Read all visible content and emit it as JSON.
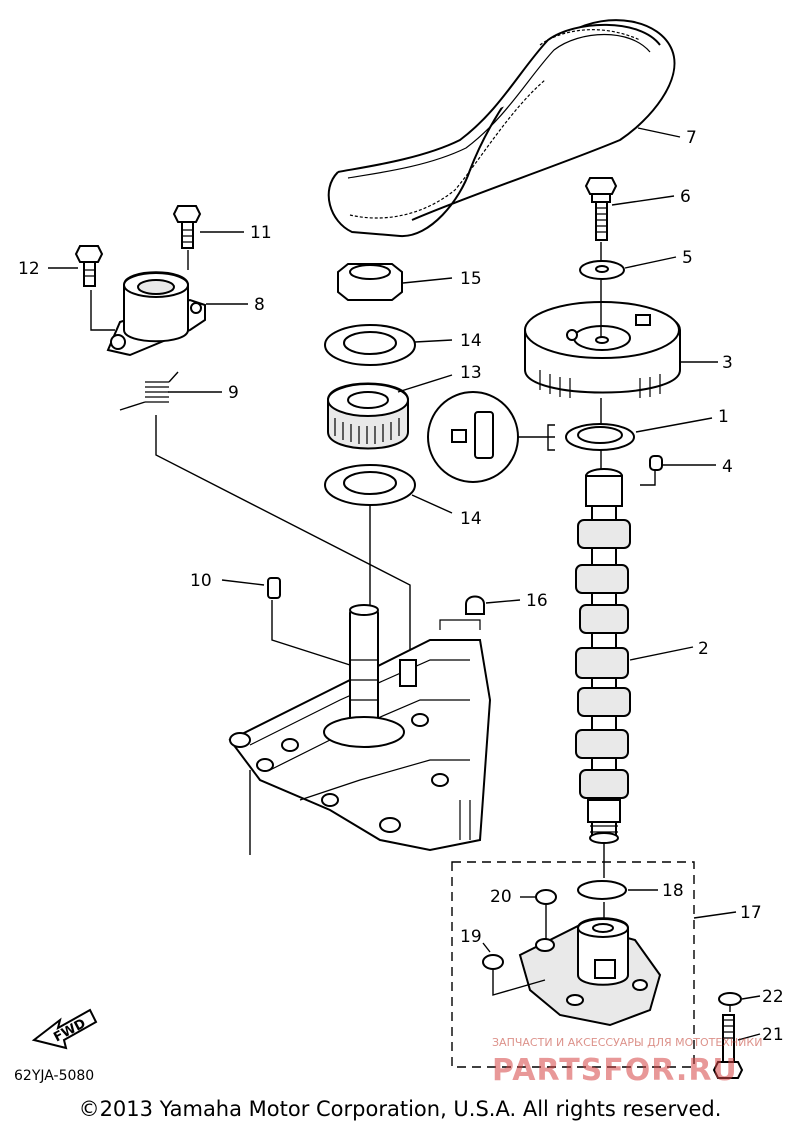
{
  "labels": [
    {
      "num": "1",
      "name": "callout-1"
    },
    {
      "num": "2",
      "name": "callout-2"
    },
    {
      "num": "3",
      "name": "callout-3"
    },
    {
      "num": "4",
      "name": "callout-4"
    },
    {
      "num": "5",
      "name": "callout-5"
    },
    {
      "num": "6",
      "name": "callout-6"
    },
    {
      "num": "7",
      "name": "callout-7"
    },
    {
      "num": "8",
      "name": "callout-8"
    },
    {
      "num": "9",
      "name": "callout-9"
    },
    {
      "num": "10",
      "name": "callout-10"
    },
    {
      "num": "11",
      "name": "callout-11"
    },
    {
      "num": "12",
      "name": "callout-12"
    },
    {
      "num": "13",
      "name": "callout-13"
    },
    {
      "num": "14",
      "name": "callout-14-upper"
    },
    {
      "num": "14",
      "name": "callout-14-lower"
    },
    {
      "num": "15",
      "name": "callout-15"
    },
    {
      "num": "16",
      "name": "callout-16"
    },
    {
      "num": "17",
      "name": "callout-17"
    },
    {
      "num": "18",
      "name": "callout-18"
    },
    {
      "num": "19",
      "name": "callout-19"
    },
    {
      "num": "20",
      "name": "callout-20"
    },
    {
      "num": "21",
      "name": "callout-21"
    },
    {
      "num": "22",
      "name": "callout-22"
    }
  ],
  "fwd_label": "FWD",
  "diagram_code": "62YJA-5080",
  "copyright": "©2013 Yamaha Motor Corporation, U.S.A. All rights reserved.",
  "watermark": {
    "line1": "ЗАПЧАСТИ И АКСЕССУАРЫ ДЛЯ МОТОТЕХНИКИ",
    "line2": "PARTSFOR.RU"
  }
}
